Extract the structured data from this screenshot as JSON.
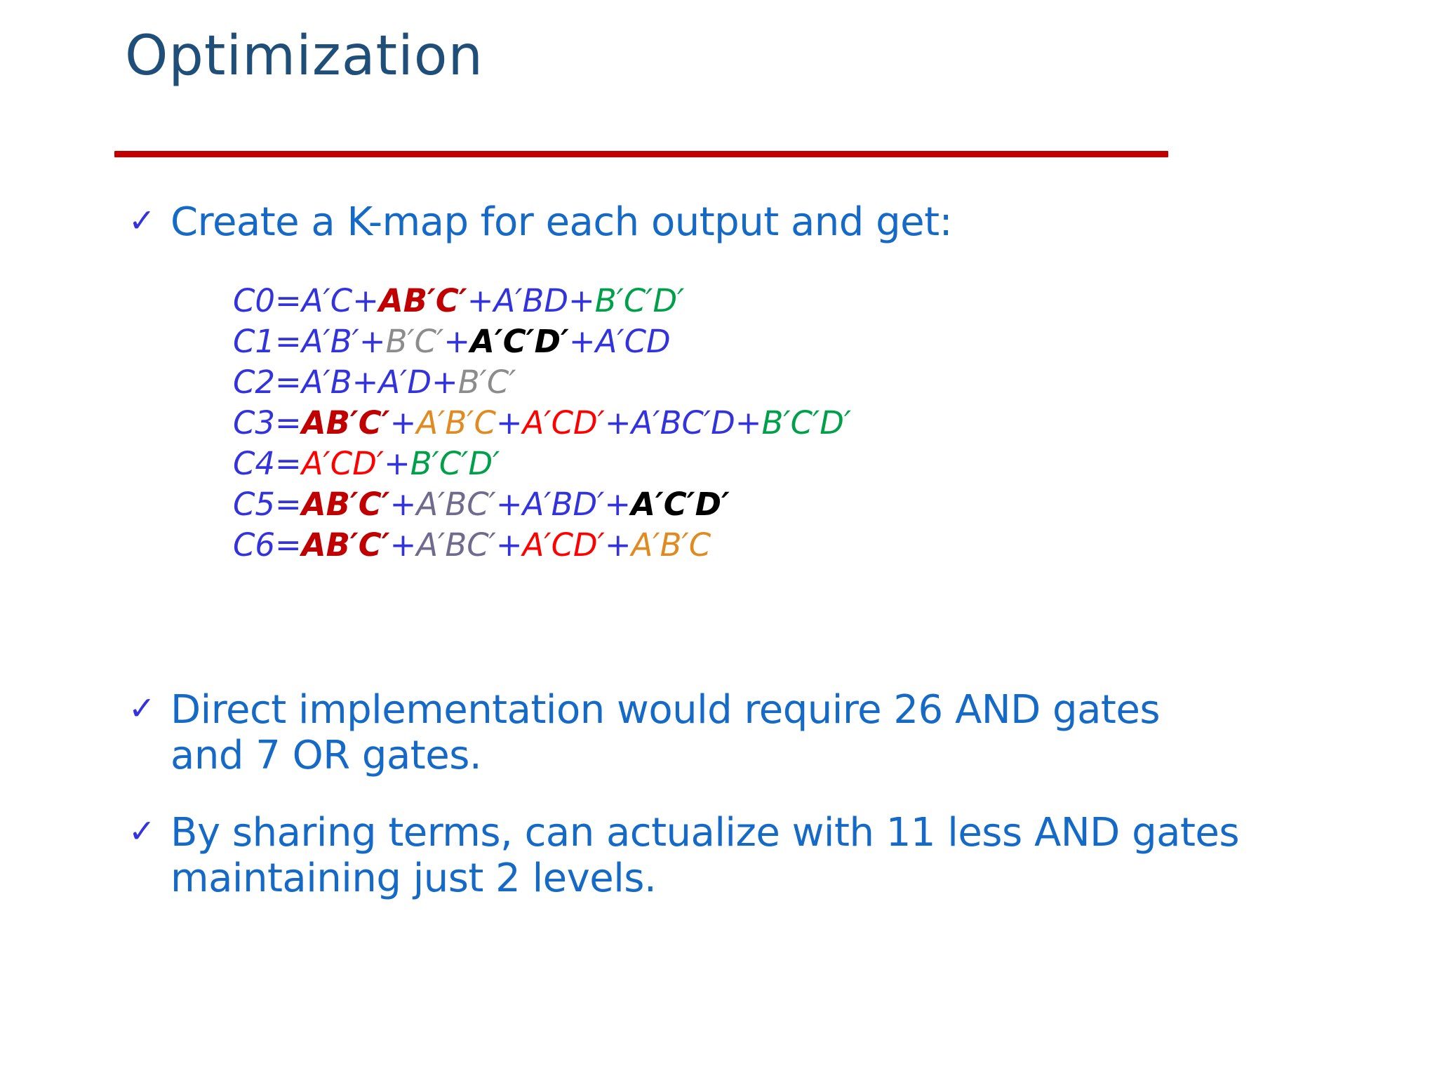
{
  "slide": {
    "title": "Optimization",
    "rule_color": "#C00000",
    "title_color": "#1F4E79",
    "bullet_text_color": "#1569C7",
    "check_glyph": "✓",
    "check_color": "#3333E0"
  },
  "bullets": {
    "kmap": "Create a K-map for each output and get:",
    "direct": "Direct implementation would require 26 AND gates and 7 OR gates.",
    "sharing": "By sharing terms, can actualize with 11 less AND gates maintaining just 2 levels."
  },
  "equations": [
    {
      "name": "C0",
      "lhs": "C0=",
      "terms": [
        {
          "text": "A′C",
          "color": "#3333DD",
          "color_name": "blue"
        },
        {
          "text": "AB′C′",
          "color": "#C00000",
          "color_name": "dark-red"
        },
        {
          "text": "A′BD",
          "color": "#3333DD",
          "color_name": "blue"
        },
        {
          "text": "B′C′D′",
          "color": "#00A04A",
          "color_name": "green"
        }
      ]
    },
    {
      "name": "C1",
      "lhs": "C1=",
      "terms": [
        {
          "text": "A′B′",
          "color": "#3333DD",
          "color_name": "blue"
        },
        {
          "text": "B′C′",
          "color": "#8C8C8C",
          "color_name": "gray"
        },
        {
          "text": "A′C′D′",
          "color": "#000000",
          "color_name": "black"
        },
        {
          "text": "A′CD",
          "color": "#3333DD",
          "color_name": "blue"
        }
      ]
    },
    {
      "name": "C2",
      "lhs": "C2=",
      "terms": [
        {
          "text": "A′B",
          "color": "#3333DD",
          "color_name": "blue"
        },
        {
          "text": "A′D",
          "color": "#3333DD",
          "color_name": "blue"
        },
        {
          "text": "B′C′",
          "color": "#8C8C8C",
          "color_name": "gray"
        }
      ]
    },
    {
      "name": "C3",
      "lhs": "C3=",
      "terms": [
        {
          "text": "AB′C′",
          "color": "#C00000",
          "color_name": "dark-red"
        },
        {
          "text": "A′B′C",
          "color": "#E08A22",
          "color_name": "orange"
        },
        {
          "text": "A′CD′",
          "color": "#FF0000",
          "color_name": "red"
        },
        {
          "text": "A′BC′D",
          "color": "#3333DD",
          "color_name": "blue"
        },
        {
          "text": "B′C′D′",
          "color": "#00A04A",
          "color_name": "green"
        }
      ]
    },
    {
      "name": "C4",
      "lhs": "C4=",
      "terms": [
        {
          "text": "A′CD′",
          "color": "#FF0000",
          "color_name": "red"
        },
        {
          "text": "B′C′D′",
          "color": "#00A04A",
          "color_name": "green"
        }
      ]
    },
    {
      "name": "C5",
      "lhs": "C5=",
      "terms": [
        {
          "text": "AB′C′",
          "color": "#C00000",
          "color_name": "dark-red"
        },
        {
          "text": "A′BC′",
          "color": "#706B8C",
          "color_name": "gray-purple"
        },
        {
          "text": "A′BD′",
          "color": "#3333DD",
          "color_name": "blue"
        },
        {
          "text": "A′C′D′",
          "color": "#000000",
          "color_name": "black"
        }
      ]
    },
    {
      "name": "C6",
      "lhs": "C6=",
      "terms": [
        {
          "text": "AB′C′",
          "color": "#C00000",
          "color_name": "dark-red"
        },
        {
          "text": "A′BC′",
          "color": "#706B8C",
          "color_name": "gray-purple"
        },
        {
          "text": "A′CD′",
          "color": "#FF0000",
          "color_name": "red"
        },
        {
          "text": "A′B′C",
          "color": "#E08A22",
          "color_name": "orange"
        }
      ]
    }
  ],
  "operators": {
    "plus": "+",
    "plus_color": "#3333DD"
  }
}
